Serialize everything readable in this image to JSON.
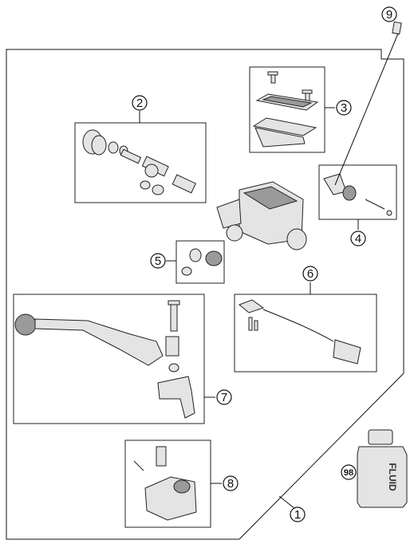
{
  "callouts": {
    "c1": "1",
    "c2": "2",
    "c3": "3",
    "c4": "4",
    "c5": "5",
    "c6": "6",
    "c7": "7",
    "c8": "8",
    "c9": "9",
    "c98": "98"
  },
  "fluid_label": "FLUID"
}
